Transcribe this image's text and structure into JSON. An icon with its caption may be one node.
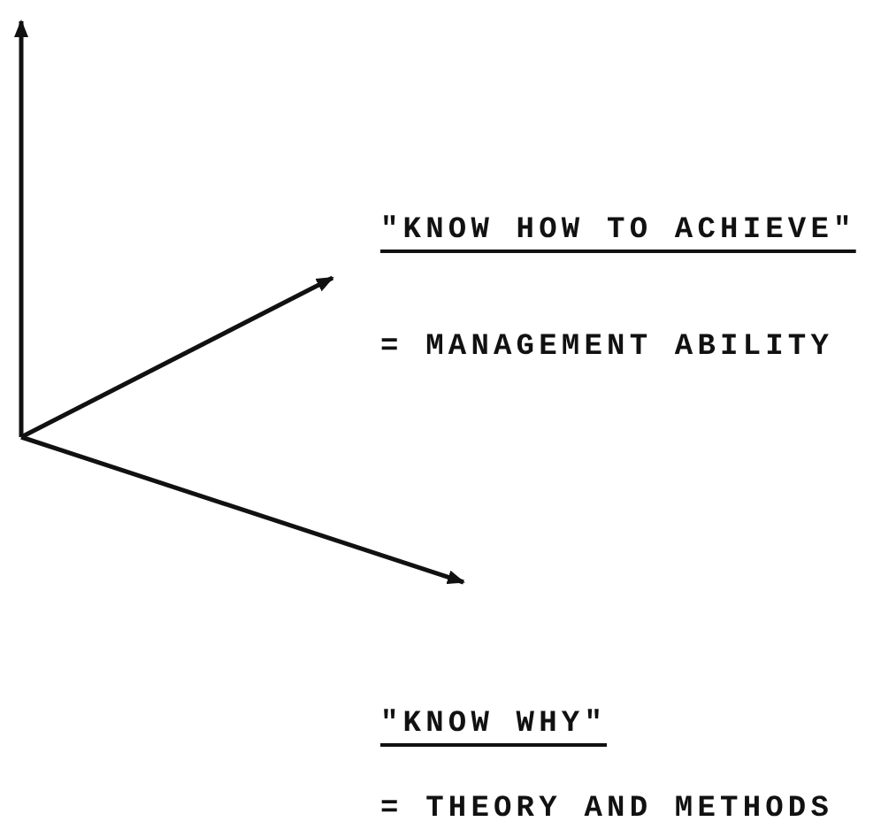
{
  "diagram": {
    "labels": [
      "\"KNOW HOW TO ACHIEVE\"",
      "= MANAGEMENT ABILITY",
      "\"KNOW WHY\"",
      "= THEORY AND METHODS"
    ]
  }
}
